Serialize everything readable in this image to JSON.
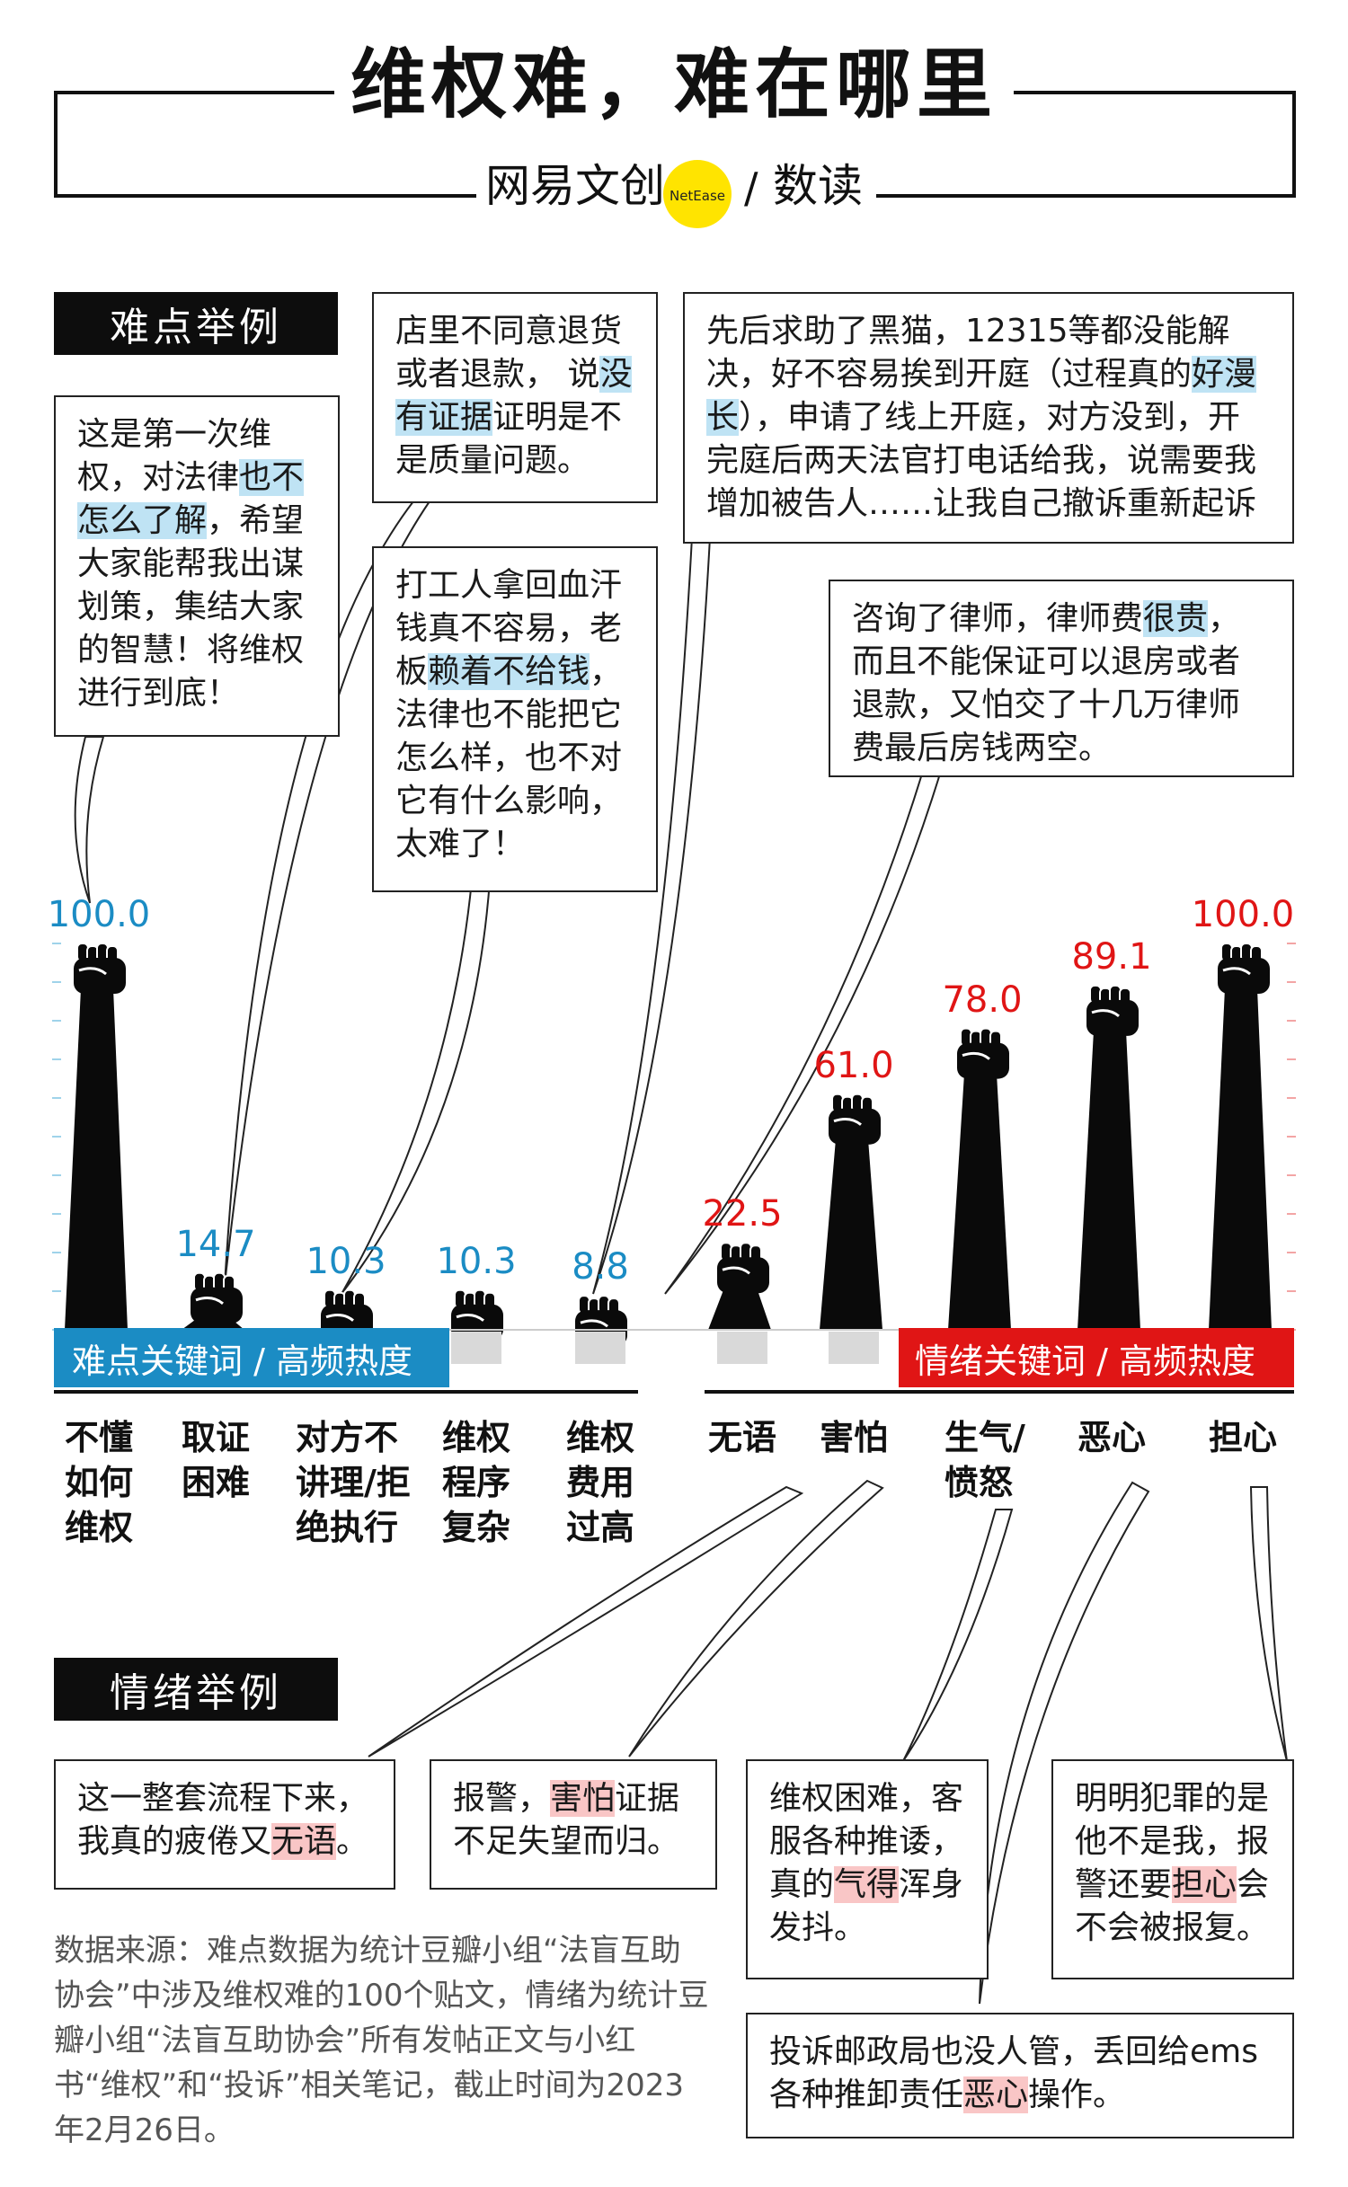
{
  "title": "维权难，难在哪里",
  "brand": {
    "name": "网易文创",
    "badge": "NetEase",
    "slash": "/",
    "sub": "数读"
  },
  "sections": {
    "difficulty": "难点举例",
    "emotion": "情绪举例"
  },
  "banners": {
    "left": "难点关键词 / 高频热度",
    "right": "情绪关键词 / 高频热度"
  },
  "colors": {
    "blue": "#1b8cc4",
    "red": "#e01515",
    "highlight_blue": "#bfe3f4",
    "highlight_red": "#f9c6c6"
  },
  "quotes": {
    "q1": {
      "a": "这是第一次维权，对法律",
      "h": "也不怎么了解",
      "b": "，希望大家能帮我出谋划策，集结大家的智慧！将维权进行到底！"
    },
    "q2": {
      "a": "店里不同意退货或者退款， 说",
      "h": "没有证据",
      "b": "证明是不是质量问题。"
    },
    "q3": {
      "a": "打工人拿回血汗钱真不容易，老板",
      "h": "赖着不给钱",
      "b": "，法律也不能把它怎么样，也不对它有什么影响，太难了！"
    },
    "q4": {
      "a": "先后求助了黑猫，12315等都没能解决，好不容易挨到开庭（过程真的",
      "h": "好漫长",
      "b": "），申请了线上开庭，对方没到，开完庭后两天法官打电话给我，说需要我增加被告人……让我自己撤诉重新起诉"
    },
    "q5": {
      "a": "咨询了律师，律师费",
      "h": "很贵",
      "b": "，而且不能保证可以退房或者退款，又怕交了十几万律师费最后房钱两空。"
    },
    "e1": {
      "a": "这一整套流程下来，我真的疲倦又",
      "h": "无语",
      "b": "。"
    },
    "e2": {
      "a": "报警，",
      "h": "害怕",
      "b": "证据不足失望而归。"
    },
    "e3": {
      "a": "维权困难，客服各种推诿，真的",
      "h": "气得",
      "b": "浑身发抖。"
    },
    "e4": {
      "a": "明明犯罪的是他不是我，报警还要",
      "h": "担心",
      "b": "会不会被报复。"
    },
    "e5": {
      "a": "投诉邮政局也没人管，丢回给ems各种推卸责任",
      "h": "恶心",
      "b": "操作。"
    }
  },
  "chart_data": {
    "type": "bar",
    "title": "维权难，难在哪里",
    "series": [
      {
        "name": "难点关键词 / 高频热度",
        "categories": [
          "不懂如何维权",
          "取证困难",
          "对方不讲理/拒绝执行",
          "维权程序复杂",
          "维权费用过高"
        ],
        "values": [
          100.0,
          14.7,
          10.3,
          10.3,
          8.8
        ],
        "color": "#1b8cc4"
      },
      {
        "name": "情绪关键词 / 高频热度",
        "categories": [
          "无语",
          "害怕",
          "生气/愤怒",
          "恶心",
          "担心"
        ],
        "values": [
          22.5,
          61.0,
          78.0,
          89.1,
          100.0
        ],
        "color": "#e01515"
      }
    ],
    "value_labels": [
      "100.0",
      "14.7",
      "10.3",
      "10.3",
      "8.8",
      "22.5",
      "61.0",
      "78.0",
      "89.1",
      "100.0"
    ],
    "ylim": [
      0,
      100
    ]
  },
  "source": "数据来源：难点数据为统计豆瓣小组“法盲互助协会”中涉及维权难的100个贴文，情绪为统计豆瓣小组“法盲互助协会”所有发帖正文与小红书“维权”和“投诉”相关笔记，截止时间为2023年2月26日。"
}
